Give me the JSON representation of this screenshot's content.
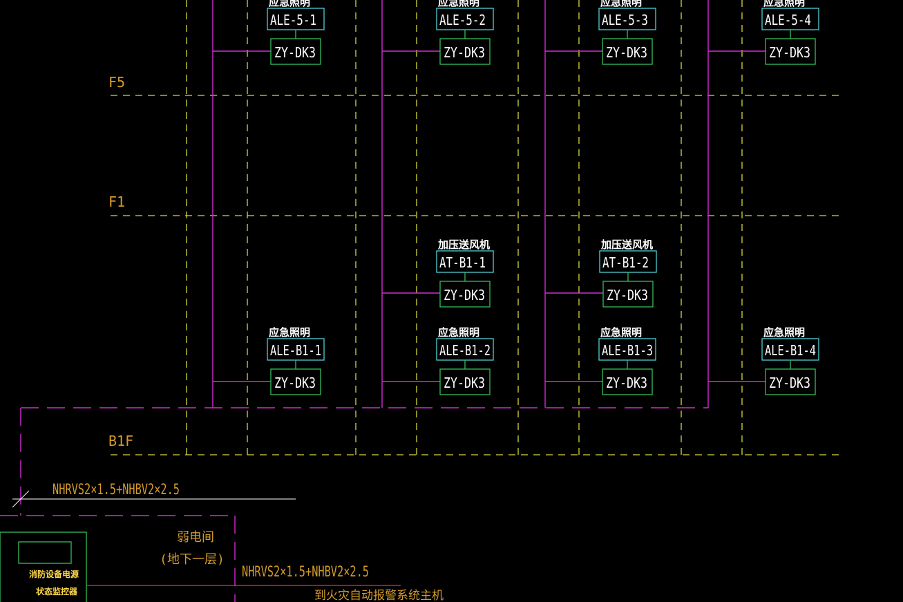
{
  "colors": {
    "background": "#000000",
    "floor_line": "#d8d83c",
    "floor_label": "#d49a2a",
    "bus": "#d42ad4",
    "panel_box": "#4fd0d8",
    "module_box": "#34c05a",
    "text": "#ffffff",
    "cable_label": "#d49a2a",
    "controller_label": "#ffd84a",
    "room_label": "#d49a2a",
    "red_line": "#ff2a2a"
  },
  "floors": [
    {
      "label": "F5"
    },
    {
      "label": "F1"
    },
    {
      "label": "B1F"
    }
  ],
  "module_label": "ZY-DK3",
  "f5_devices": [
    {
      "caption": "应急照明",
      "panel": "ALE-5-1",
      "module": "ZY-DK3"
    },
    {
      "caption": "应急照明",
      "panel": "ALE-5-2",
      "module": "ZY-DK3"
    },
    {
      "caption": "应急照明",
      "panel": "ALE-5-3",
      "module": "ZY-DK3"
    },
    {
      "caption": "应急照明",
      "panel": "ALE-5-4",
      "module": "ZY-DK3"
    }
  ],
  "fan_devices": [
    {
      "caption": "加压送风机",
      "panel": "AT-B1-1",
      "module": "ZY-DK3"
    },
    {
      "caption": "加压送风机",
      "panel": "AT-B1-2",
      "module": "ZY-DK3"
    }
  ],
  "b1_devices": [
    {
      "caption": "应急照明",
      "panel": "ALE-B1-1",
      "module": "ZY-DK3"
    },
    {
      "caption": "应急照明",
      "panel": "ALE-B1-2",
      "module": "ZY-DK3"
    },
    {
      "caption": "应急照明",
      "panel": "ALE-B1-3",
      "module": "ZY-DK3"
    },
    {
      "caption": "应急照明",
      "panel": "ALE-B1-4",
      "module": "ZY-DK3"
    }
  ],
  "cables": {
    "upper": "NHRVS2×1.5+NHBV2×2.5",
    "lower": "NHRVS2×1.5+NHBV2×2.5"
  },
  "room": {
    "line1": "弱电间",
    "line2": "(地下一层)"
  },
  "controller": {
    "line1": "消防设备电源",
    "line2": "状态监控器"
  },
  "destination": "到火灾自动报警系统主机"
}
